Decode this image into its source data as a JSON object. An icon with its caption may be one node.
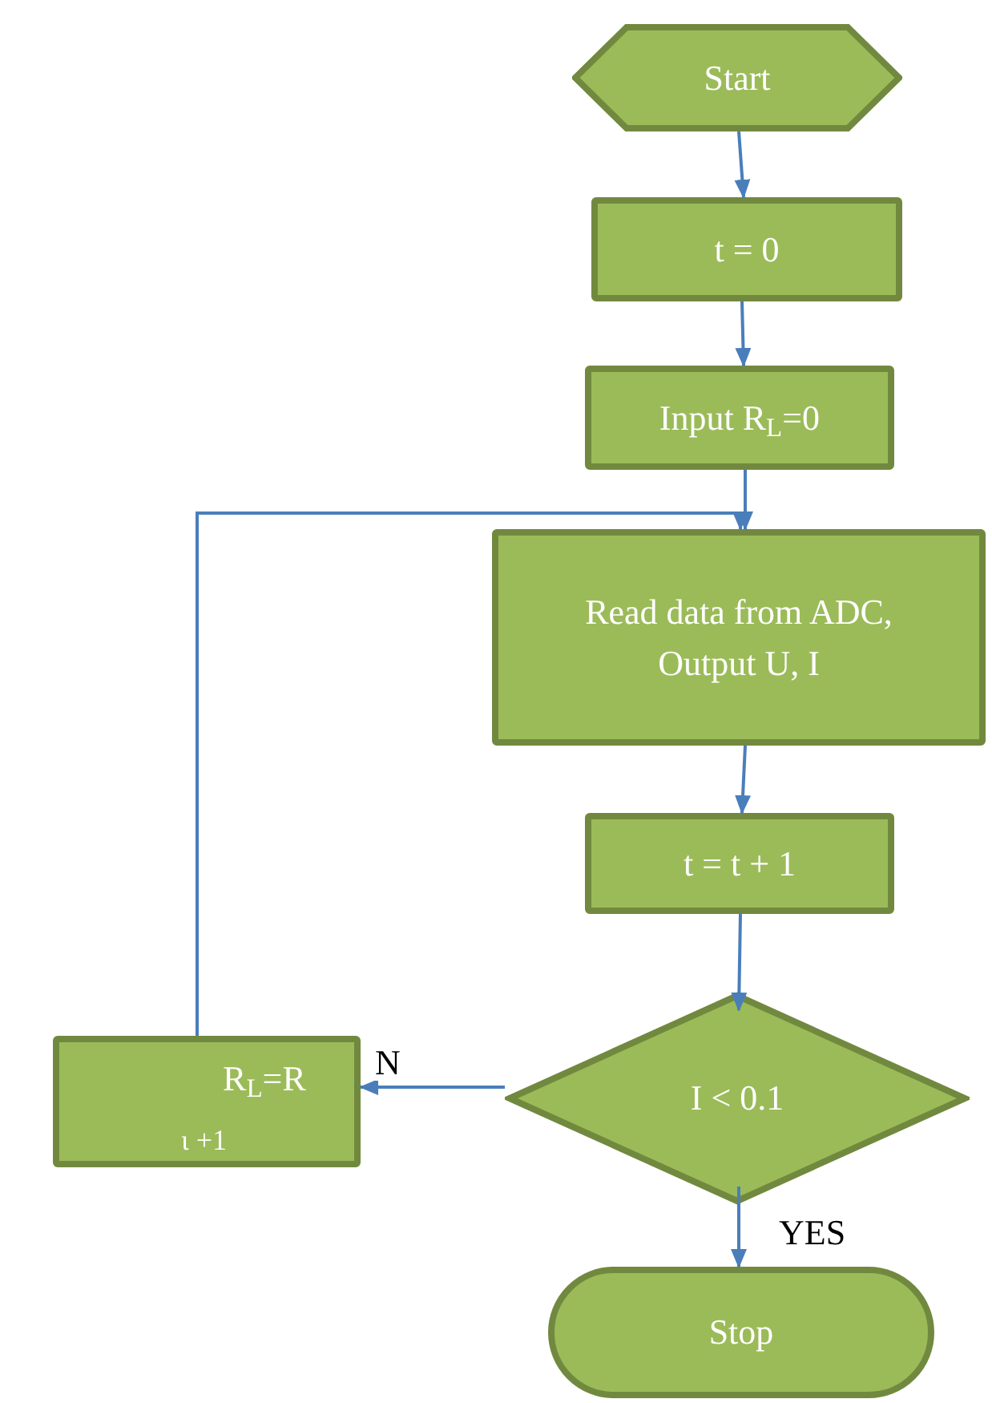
{
  "diagram": {
    "nodes": [
      {
        "text": [
          "Start"
        ]
      },
      {
        "text": [
          "t = 0"
        ]
      },
      {
        "text": [
          "Input R$_{L}$=0"
        ]
      },
      {
        "text": [
          "Read data from ADC, Output U, I"
        ]
      },
      {
        "text": [
          "t = t + 1"
        ]
      },
      {
        "text": [
          "I < 0.1"
        ]
      },
      {
        "text": [
          "R$_{L}$=R",
          "ι +1"
        ]
      },
      {
        "text": [
          "Stop"
        ]
      }
    ],
    "edges": [
      {
        "from": 0,
        "to": 1,
        "arrow": "to"
      },
      {
        "from": 1,
        "to": 2,
        "arrow": "to"
      },
      {
        "from": 2,
        "to": 3,
        "arrow": "to"
      },
      {
        "from": 3,
        "to": 4,
        "arrow": "to"
      },
      {
        "from": 4,
        "to": 5,
        "arrow": "to"
      },
      {
        "from": 5,
        "to": 6,
        "arrow": "to",
        "label": "N"
      },
      {
        "from": 5,
        "to": 7,
        "arrow": "to",
        "label": "YES"
      },
      {
        "from": 6,
        "to": 3,
        "arrow": "to"
      }
    ]
  }
}
